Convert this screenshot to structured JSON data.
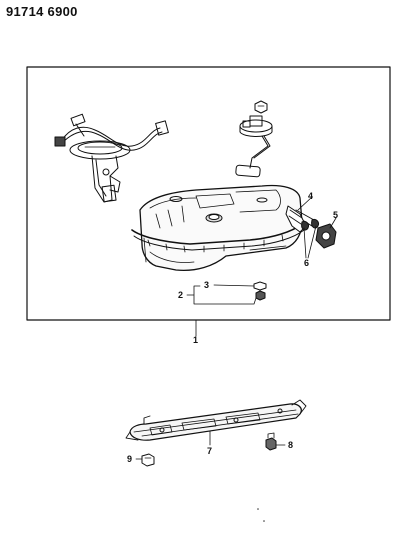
{
  "header": {
    "document_number": "91714 6900"
  },
  "callouts": {
    "c1": "1",
    "c2": "2",
    "c3": "3",
    "c4": "4",
    "c5": "5",
    "c6": "6",
    "c7": "7",
    "c8": "8",
    "c9": "9"
  },
  "colors": {
    "line": "#111111",
    "fill": "#f2f2f2",
    "dark": "#555555",
    "background": "#ffffff"
  }
}
